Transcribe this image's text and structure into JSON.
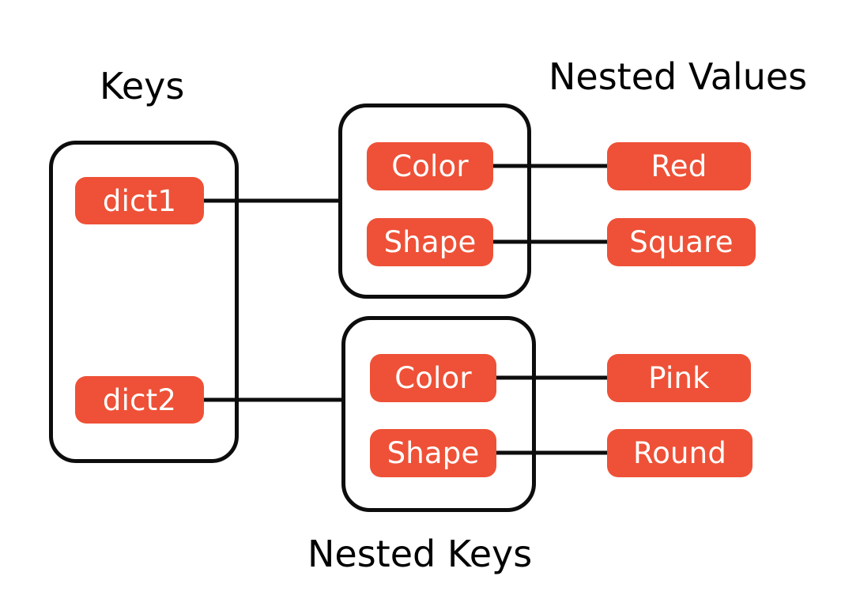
{
  "diagram": {
    "title_keys": "Keys",
    "title_nested_values": "Nested Values",
    "title_nested_keys": "Nested Keys",
    "colors": {
      "pill_fill": "#ee5137",
      "pill_text": "#ffffff",
      "outline": "#0d0d0d",
      "background": "#ffffff",
      "label_text": "#000000"
    },
    "keys": [
      {
        "label": "dict1"
      },
      {
        "label": "dict2"
      }
    ],
    "groups": [
      {
        "key": "dict1",
        "nested_keys": [
          {
            "key": "Color",
            "value": "Red"
          },
          {
            "key": "Shape",
            "value": "Square"
          }
        ]
      },
      {
        "key": "dict2",
        "nested_keys": [
          {
            "key": "Color",
            "value": "Pink"
          },
          {
            "key": "Shape",
            "value": "Round"
          }
        ]
      }
    ],
    "pills": {
      "dict1": "dict1",
      "dict2": "dict2",
      "color_top": "Color",
      "shape_top": "Shape",
      "color_bottom": "Color",
      "shape_bottom": "Shape",
      "red": "Red",
      "square": "Square",
      "pink": "Pink",
      "round": "Round"
    }
  }
}
